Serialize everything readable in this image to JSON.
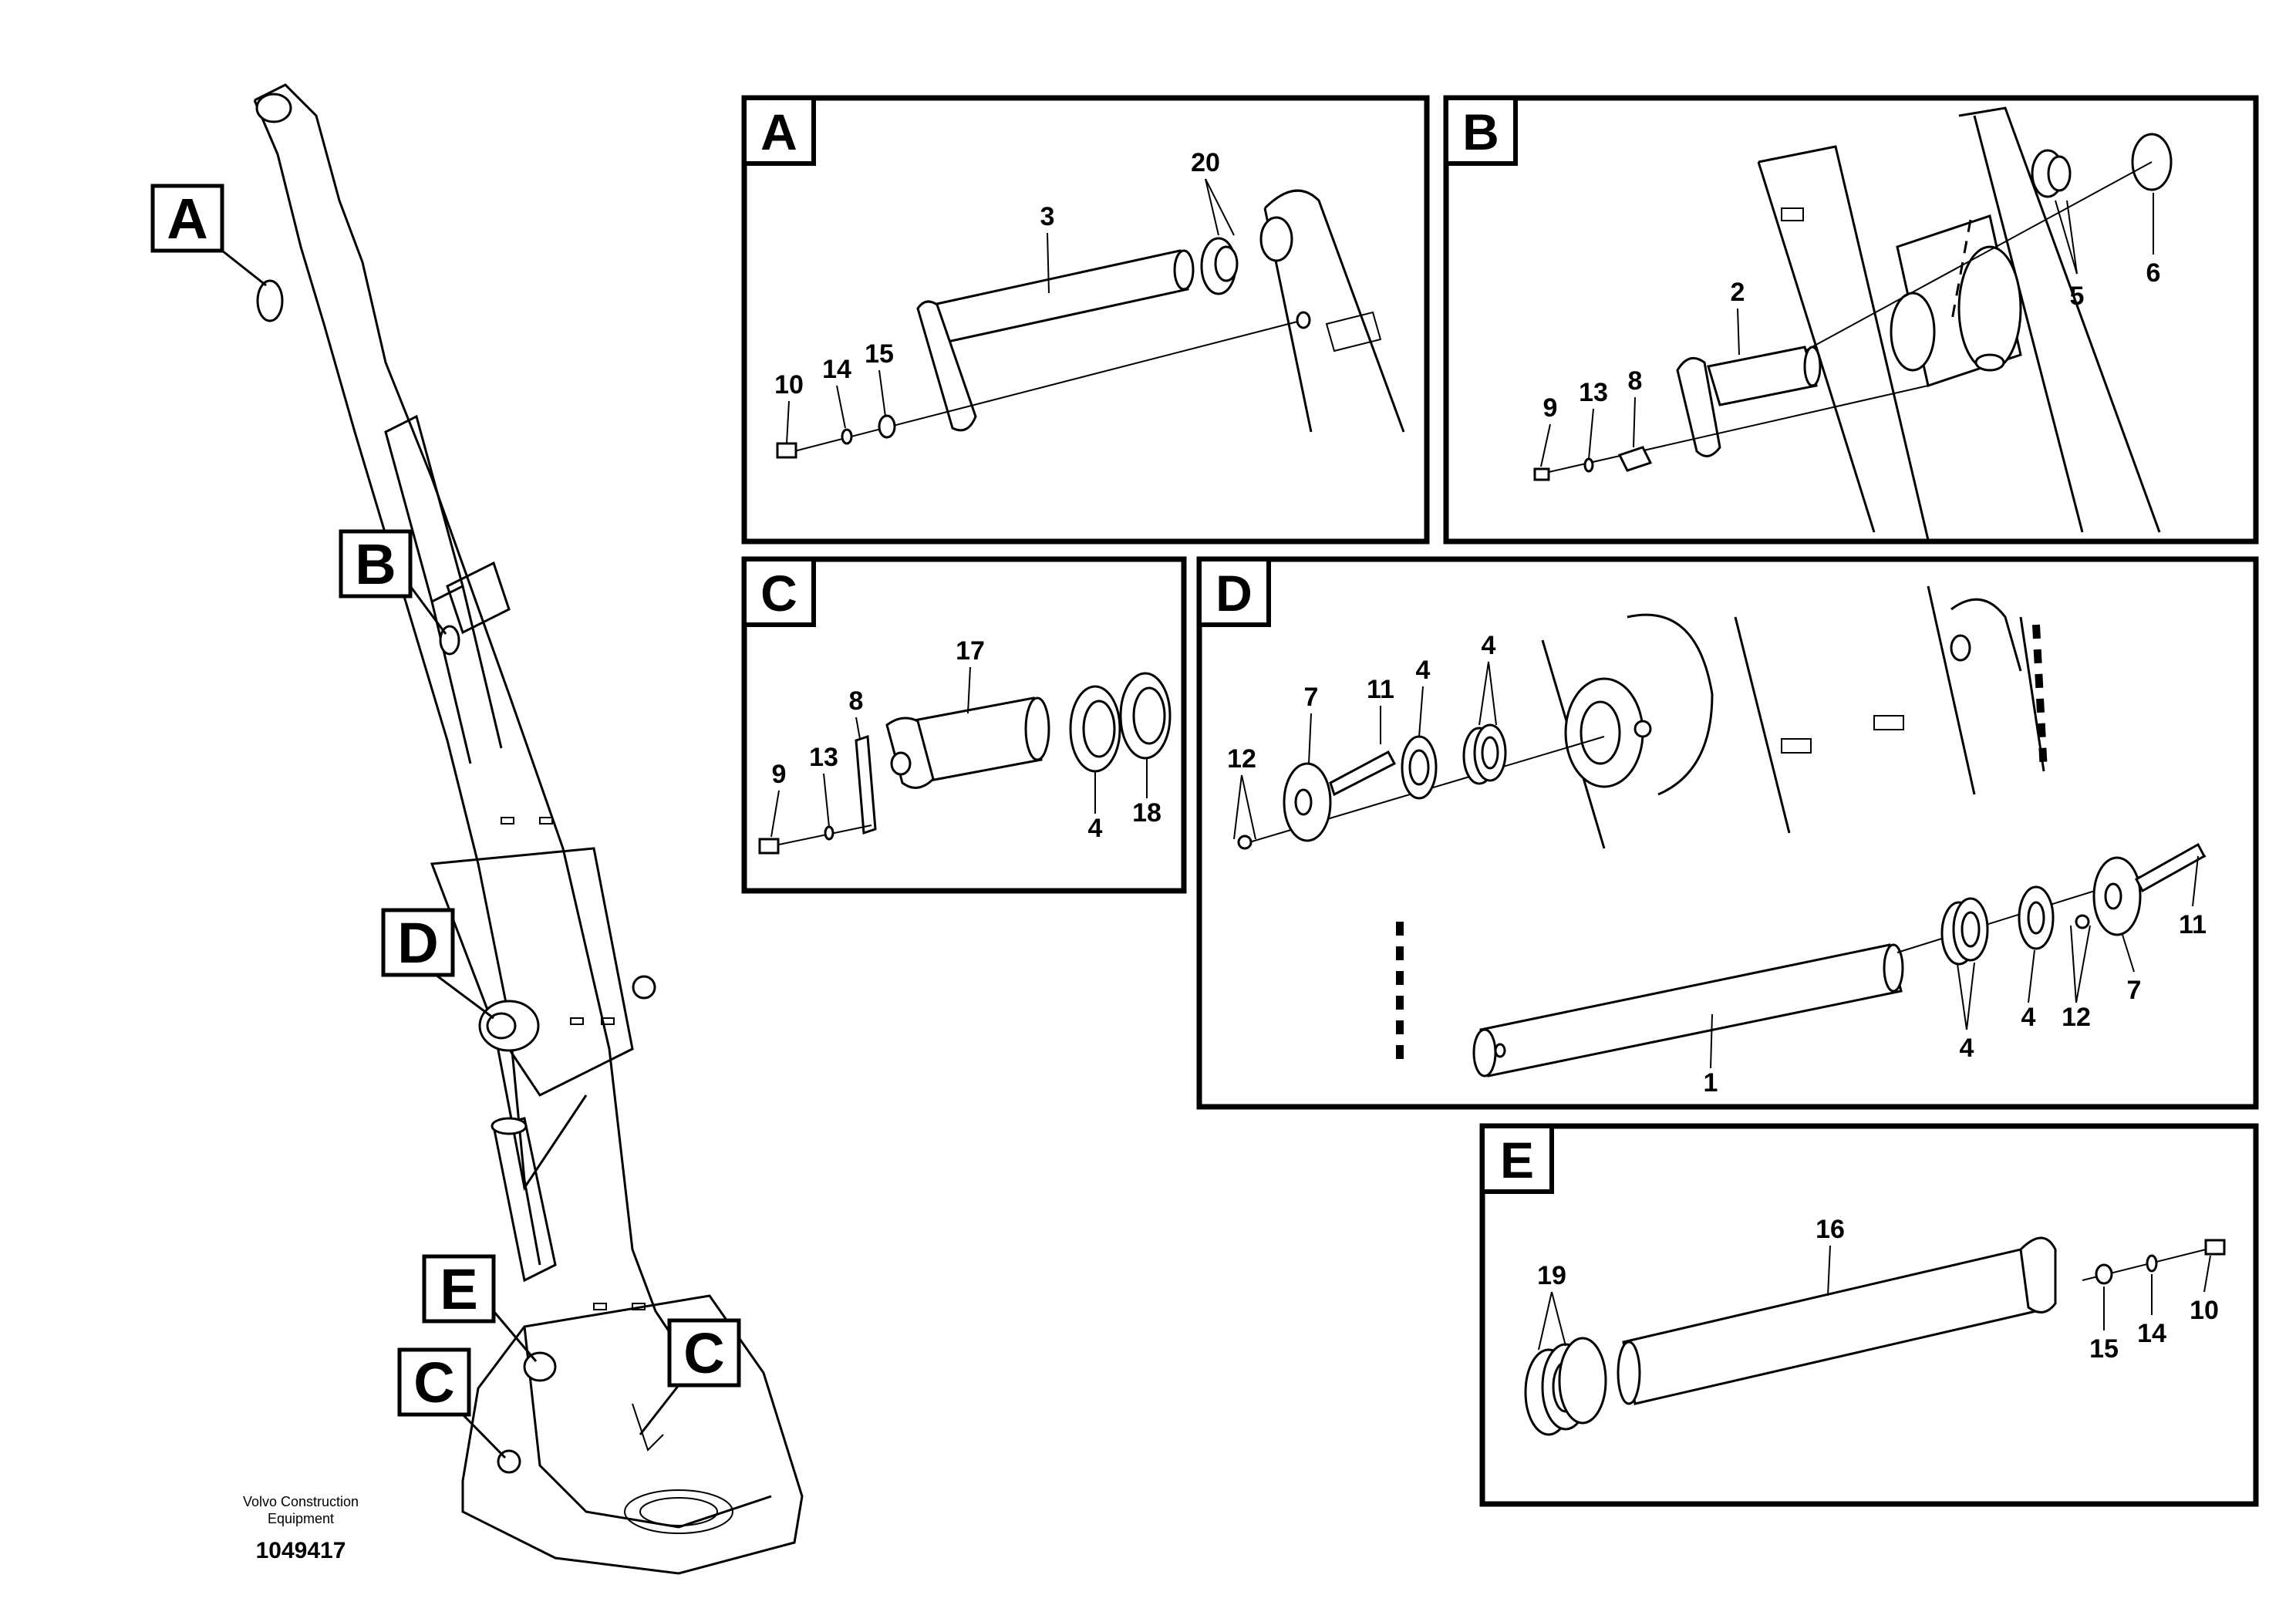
{
  "brand": {
    "line1": "Volvo Construction",
    "line2": "Equipment",
    "doc_number": "1049417"
  },
  "overview_tags": [
    "A",
    "B",
    "D",
    "E",
    "C",
    "C"
  ],
  "panels": {
    "A": {
      "letter": "A",
      "callouts": [
        "20",
        "3",
        "10",
        "14",
        "15"
      ]
    },
    "B": {
      "letter": "B",
      "callouts": [
        "2",
        "5",
        "6",
        "9",
        "13",
        "8"
      ]
    },
    "C": {
      "letter": "C",
      "callouts": [
        "17",
        "8",
        "9",
        "13",
        "4",
        "18"
      ]
    },
    "D": {
      "letter": "D",
      "callouts": [
        "7",
        "11",
        "4",
        "4",
        "12",
        "4",
        "4",
        "12",
        "7",
        "11",
        "1"
      ]
    },
    "E": {
      "letter": "E",
      "callouts": [
        "16",
        "19",
        "15",
        "14",
        "10"
      ]
    }
  },
  "colors": {
    "line": "#000000",
    "background": "#ffffff"
  }
}
